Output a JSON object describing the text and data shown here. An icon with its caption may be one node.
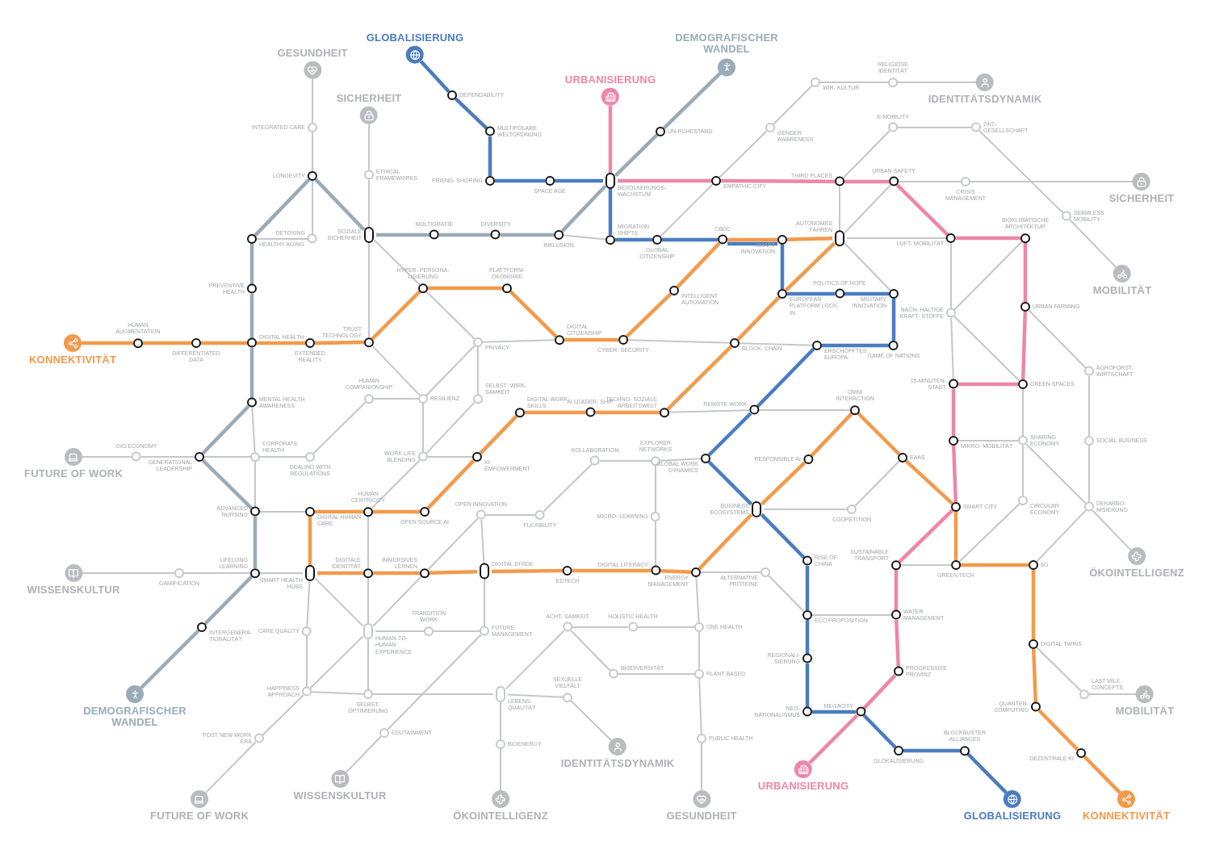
{
  "diagram": {
    "nodes": [
      {
        "text": [
          "GLOBALISIERUNG"
        ]
      },
      {
        "text": [
          "DEMOGRAFISCHER WANDEL"
        ]
      },
      {
        "text": [
          "GESUNDHEIT"
        ]
      },
      {
        "text": [
          "URBANISIERUNG"
        ]
      },
      {
        "text": [
          "SICHERHEIT"
        ]
      },
      {
        "text": [
          "IDENTITÄTSDYNAMIK"
        ]
      },
      {
        "text": [
          "SICHERHEIT"
        ]
      },
      {
        "text": [
          "MOBILITÄT"
        ]
      },
      {
        "text": [
          "KONNEKTIVITÄT"
        ]
      },
      {
        "text": [
          "FUTURE OF WORK"
        ]
      },
      {
        "text": [
          "WISSENSKULTUR"
        ]
      },
      {
        "text": [
          "ÖKOINTELLIGENZ"
        ]
      },
      {
        "text": [
          "DEMOGRAFISCHER WANDEL"
        ]
      },
      {
        "text": [
          "MOBILITÄT"
        ]
      },
      {
        "text": [
          "URBANISIERUNG"
        ]
      },
      {
        "text": [
          "IDENTITÄTSDYNAMIK"
        ]
      },
      {
        "text": [
          "WISSENSKULTUR"
        ]
      },
      {
        "text": [
          "FUTURE OF WORK"
        ]
      },
      {
        "text": [
          "ÖKOINTELLIGENZ"
        ]
      },
      {
        "text": [
          "GESUNDHEIT"
        ]
      },
      {
        "text": [
          "GLOBALISIERUNG"
        ]
      },
      {
        "text": [
          "KONNEKTIVITÄT"
        ]
      },
      {
        "text": [
          "DEPENDABILITY"
        ]
      },
      {
        "text": [
          "MULTIPOLARE WELTORDNUNG"
        ]
      },
      {
        "text": [
          "UN-RUHESTAND"
        ]
      },
      {
        "text": [
          "INTEGRATED CARE"
        ]
      },
      {
        "text": [
          "RELIGIÖSE IDENTITÄT"
        ]
      },
      {
        "text": [
          "WIR- KULTUR"
        ]
      },
      {
        "text": [
          "GENDER AWARENESS"
        ]
      },
      {
        "text": [
          "E-MOBILITY"
        ]
      },
      {
        "text": [
          "24/7- GESELLSCHAFT"
        ]
      },
      {
        "text": [
          "LONGEVITY"
        ]
      },
      {
        "text": [
          "ETHICAL FRAMEWORKS"
        ]
      },
      {
        "text": [
          "FRIEND- SHORING"
        ]
      },
      {
        "text": [
          "SPACE AGE"
        ]
      },
      {
        "text": [
          "BEVÖLKERUNGS- WACHSTUM"
        ]
      },
      {
        "text": [
          "EMPATHIC CITY"
        ]
      },
      {
        "text": [
          "THIRD PLACES"
        ]
      },
      {
        "text": [
          "URBAN SAFETY"
        ]
      },
      {
        "text": [
          "CRISIS MANAGEMENT"
        ]
      },
      {
        "text": [
          "SEAMLESS MOBILITY"
        ]
      },
      {
        "text": [
          "DETOXING"
        ]
      },
      {
        "text": [
          "HEALTHY AGING"
        ]
      },
      {
        "text": [
          "SOZIALE SICHERHEIT"
        ]
      },
      {
        "text": [
          "MULTIGRAFIE"
        ]
      },
      {
        "text": [
          "DIVERSITY"
        ]
      },
      {
        "text": [
          "INKLUSION"
        ]
      },
      {
        "text": [
          "MIGRATION SHIFTS"
        ]
      },
      {
        "text": [
          "GLOBAL CITIZENSHIP"
        ]
      },
      {
        "text": [
          "CBDC"
        ]
      },
      {
        "text": [
          "SMART INNOVATION"
        ]
      },
      {
        "text": [
          "AUTONOMES FAHREN"
        ]
      },
      {
        "text": [
          "LUFT- MOBILITÄT"
        ]
      },
      {
        "text": [
          "BIOKLIMATISCHE ARCHITEKTUR"
        ]
      },
      {
        "text": [
          "HYPER- PERSONA- LISIERUNG"
        ]
      },
      {
        "text": [
          "PLATTFORM- ÖKONOMIE"
        ]
      },
      {
        "text": [
          "PREVENTIVE HEALTH"
        ]
      },
      {
        "text": [
          "INTELLIGENT AUTOMATION"
        ]
      },
      {
        "text": [
          "EUROPEAN PLATFORM LOCK-IN"
        ]
      },
      {
        "text": [
          "POLITICS OF HOPE"
        ]
      },
      {
        "text": [
          "MILITARY INNOVATION"
        ]
      },
      {
        "text": [
          "URBAN FARMING"
        ]
      },
      {
        "text": [
          "NACH- HALTIGE KRAFT- STOFFE"
        ]
      },
      {
        "text": [
          "HUMAN AUGMENTATION"
        ]
      },
      {
        "text": [
          "DIFFERENTIATED DATA"
        ]
      },
      {
        "text": [
          "DIGITAL HEALTH"
        ]
      },
      {
        "text": [
          "EXTENDED REALITY"
        ]
      },
      {
        "text": [
          "TRUST TECHNOLOGY"
        ]
      },
      {
        "text": [
          "PRIVACY"
        ]
      },
      {
        "text": [
          "DIGITAL CITIZENSHIP"
        ]
      },
      {
        "text": [
          "CYBER- SECURITY"
        ]
      },
      {
        "text": [
          "BLOCK- CHAIN"
        ]
      },
      {
        "text": [
          "ERSCHÖPFTES EUROPA"
        ]
      },
      {
        "text": [
          "GAME OF NATIONS"
        ]
      },
      {
        "text": [
          "AGROFORST- WIRTSCHAFT"
        ]
      },
      {
        "text": [
          "HUMAN COMPANIONSHIP"
        ]
      },
      {
        "text": [
          "RESILIENZ"
        ]
      },
      {
        "text": [
          "SELBST- WIRK- SAMKEIT"
        ]
      },
      {
        "text": [
          "MENTAL HEALTH AWARENESS"
        ]
      },
      {
        "text": [
          "15-MINUTEN- STADT"
        ]
      },
      {
        "text": [
          "GREEN SPACES"
        ]
      },
      {
        "text": [
          "DIGITAL WORK SKILLS"
        ]
      },
      {
        "text": [
          "AI LEADER- SHIP"
        ]
      },
      {
        "text": [
          "TECHNO- SOZIALE ARBEITSWELT"
        ]
      },
      {
        "text": [
          "REMOTE WORK"
        ]
      },
      {
        "text": [
          "OMNI INTERACTION"
        ]
      },
      {
        "text": [
          "GIG ECONOMY"
        ]
      },
      {
        "text": [
          "GENERATIONAL LEADERSHIP"
        ]
      },
      {
        "text": [
          "CORPORATE HEALTH"
        ]
      },
      {
        "text": [
          "DEALING WITH REGULATIONS"
        ]
      },
      {
        "text": [
          "WORK-LIFE BLENDING"
        ]
      },
      {
        "text": [
          "KI- EMPOWERMENT"
        ]
      },
      {
        "text": [
          "KOLLABORATION"
        ]
      },
      {
        "text": [
          "EXPLORER NETWORKS"
        ]
      },
      {
        "text": [
          "GLOBAL WORK DYNAMICS"
        ]
      },
      {
        "text": [
          "RESPONSIBLE AI"
        ]
      },
      {
        "text": [
          "EAAS"
        ]
      },
      {
        "text": [
          "MIKRO- MOBILITÄT"
        ]
      },
      {
        "text": [
          "SHARING ECONOMY"
        ]
      },
      {
        "text": [
          "SOCIAL BUSINESS"
        ]
      },
      {
        "text": [
          "HUMAN CENTRICITY"
        ]
      },
      {
        "text": [
          "OPEN SOURCE AI"
        ]
      },
      {
        "text": [
          "DIGITAL HUMAN CARE"
        ]
      },
      {
        "text": [
          "ADVANCED NURSING"
        ]
      },
      {
        "text": [
          "OPEN INNOVATION"
        ]
      },
      {
        "text": [
          "FLEXIBILITY"
        ]
      },
      {
        "text": [
          "MICRO- LEARNING"
        ]
      },
      {
        "text": [
          "BUSINESS ECOSYSTEMS"
        ]
      },
      {
        "text": [
          "COOPETITION"
        ]
      },
      {
        "text": [
          "SMART CITY"
        ]
      },
      {
        "text": [
          "CIRCULAR ECONOMY"
        ]
      },
      {
        "text": [
          "DEKARBO- NISIERUNG"
        ]
      },
      {
        "text": [
          "GAMIFICATION"
        ]
      },
      {
        "text": [
          "LIFELONG LEARNING"
        ]
      },
      {
        "text": [
          "SMART HEALTH HUBS"
        ]
      },
      {
        "text": [
          "DIGITALE IDENTITÄT"
        ]
      },
      {
        "text": [
          "IMMERSIVES LERNEN"
        ]
      },
      {
        "text": [
          "DIGITAL DIVIDE"
        ]
      },
      {
        "text": [
          "EDTECH"
        ]
      },
      {
        "text": [
          "DIGITAL LITERACY"
        ]
      },
      {
        "text": [
          "ENERGY MANAGEMENT"
        ]
      },
      {
        "text": [
          "ALTERNATIVE PROTEINE"
        ]
      },
      {
        "text": [
          "RISE OF CHINA"
        ]
      },
      {
        "text": [
          "SUSTAINABLE TRANSPORT"
        ]
      },
      {
        "text": [
          "GREEN TECH"
        ]
      },
      {
        "text": [
          "6G"
        ]
      },
      {
        "text": [
          "INTERGENERA- TIONALITÄT"
        ]
      },
      {
        "text": [
          "CARE QUALITY"
        ]
      },
      {
        "text": [
          "HUMAN-TO- HUMAN EXPERIENCE"
        ]
      },
      {
        "text": [
          "TRANSITION WORK"
        ]
      },
      {
        "text": [
          "FUTURE MANAGEMENT"
        ]
      },
      {
        "text": [
          "ACHT- SAMKEIT"
        ]
      },
      {
        "text": [
          "HOLISTIC HEALTH"
        ]
      },
      {
        "text": [
          "ONE HEALTH"
        ]
      },
      {
        "text": [
          "ECO PROPOSITION"
        ]
      },
      {
        "text": [
          "WATER MANAGEMENT"
        ]
      },
      {
        "text": [
          "DIGITAL TWINS"
        ]
      },
      {
        "text": [
          "REGIONALI- SIERUNG"
        ]
      },
      {
        "text": [
          "BIODIVERSITÄT"
        ]
      },
      {
        "text": [
          "PLANT BASED"
        ]
      },
      {
        "text": [
          "PROGRESSIVE PROVINZ"
        ]
      },
      {
        "text": [
          "HAPPINESS APPROACH"
        ]
      },
      {
        "text": [
          "SELBST- OPTIMIERUNG"
        ]
      },
      {
        "text": [
          "LEBENS- QUALITÄT"
        ]
      },
      {
        "text": [
          "SEXUELLE VIELFALT"
        ]
      },
      {
        "text": [
          "LAST MILE CONCEPTS"
        ]
      },
      {
        "text": [
          "NEO- NATIONALISMUS"
        ]
      },
      {
        "text": [
          "MEGACITY"
        ]
      },
      {
        "text": [
          "QUANTEN- COMPUTING"
        ]
      },
      {
        "text": [
          "POST NEW WORK ERA"
        ]
      },
      {
        "text": [
          "EDUTAINMENT"
        ]
      },
      {
        "text": [
          "BIOENERGY"
        ]
      },
      {
        "text": [
          "PUBLIC HEALTH"
        ]
      },
      {
        "text": [
          "GLOKALISIERUNG"
        ]
      },
      {
        "text": [
          "BLOCKBUSTER ALLIANCES"
        ]
      },
      {
        "text": [
          "DEZENTRALE KI"
        ]
      }
    ],
    "edges": [
      {
        "from": 8,
        "to": 63,
        "arrow": "none",
        "style": "thick",
        "color": "#f39a4b"
      },
      {
        "from": 63,
        "to": 64,
        "arrow": "none",
        "style": "thick",
        "color": "#f39a4b"
      },
      {
        "from": 64,
        "to": 65,
        "arrow": "none",
        "style": "thick",
        "color": "#f39a4b"
      },
      {
        "from": 65,
        "to": 66,
        "arrow": "none",
        "style": "thick",
        "color": "#f39a4b"
      },
      {
        "from": 66,
        "to": 67,
        "arrow": "none",
        "style": "thick",
        "color": "#f39a4b"
      },
      {
        "from": 67,
        "to": 54,
        "arrow": "none",
        "style": "thick",
        "color": "#f39a4b"
      },
      {
        "from": 54,
        "to": 55,
        "arrow": "none",
        "style": "thick",
        "color": "#f39a4b"
      },
      {
        "from": 55,
        "to": 69,
        "arrow": "none",
        "style": "thick",
        "color": "#f39a4b"
      },
      {
        "from": 69,
        "to": 70,
        "arrow": "none",
        "style": "thick",
        "color": "#f39a4b"
      },
      {
        "from": 70,
        "to": 57,
        "arrow": "none",
        "style": "thick",
        "color": "#f39a4b"
      },
      {
        "from": 57,
        "to": 49,
        "arrow": "none",
        "style": "thick",
        "color": "#f39a4b"
      },
      {
        "from": 49,
        "to": 50,
        "arrow": "none",
        "style": "thick",
        "color": "#f39a4b"
      },
      {
        "from": 50,
        "to": 51,
        "arrow": "none",
        "style": "thick",
        "color": "#f39a4b"
      },
      {
        "from": 51,
        "to": 58,
        "arrow": "none",
        "style": "thick",
        "color": "#f39a4b"
      },
      {
        "from": 58,
        "to": 71,
        "arrow": "none",
        "style": "thick",
        "color": "#f39a4b"
      },
      {
        "from": 71,
        "to": 83,
        "arrow": "none",
        "style": "thick",
        "color": "#f39a4b"
      },
      {
        "from": 83,
        "to": 82,
        "arrow": "none",
        "style": "thick",
        "color": "#f39a4b"
      },
      {
        "from": 82,
        "to": 81,
        "arrow": "none",
        "style": "thick",
        "color": "#f39a4b"
      },
      {
        "from": 81,
        "to": 91,
        "arrow": "none",
        "style": "thick",
        "color": "#f39a4b"
      },
      {
        "from": 91,
        "to": 101,
        "arrow": "none",
        "style": "thick",
        "color": "#f39a4b"
      },
      {
        "from": 101,
        "to": 100,
        "arrow": "none",
        "style": "thick",
        "color": "#f39a4b"
      },
      {
        "from": 100,
        "to": 102,
        "arrow": "none",
        "style": "thick",
        "color": "#f39a4b"
      },
      {
        "from": 102,
        "to": 114,
        "arrow": "none",
        "style": "thick",
        "color": "#f39a4b"
      },
      {
        "from": 114,
        "to": 115,
        "arrow": "none",
        "style": "thick",
        "color": "#f39a4b"
      },
      {
        "from": 115,
        "to": 116,
        "arrow": "none",
        "style": "thick",
        "color": "#f39a4b"
      },
      {
        "from": 116,
        "to": 117,
        "arrow": "none",
        "style": "thick",
        "color": "#f39a4b"
      },
      {
        "from": 117,
        "to": 118,
        "arrow": "none",
        "style": "thick",
        "color": "#f39a4b"
      },
      {
        "from": 118,
        "to": 119,
        "arrow": "none",
        "style": "thick",
        "color": "#f39a4b"
      },
      {
        "from": 119,
        "to": 120,
        "arrow": "none",
        "style": "thick",
        "color": "#f39a4b"
      },
      {
        "from": 120,
        "to": 107,
        "arrow": "none",
        "style": "thick",
        "color": "#f39a4b"
      },
      {
        "from": 107,
        "to": 95,
        "arrow": "none",
        "style": "thick",
        "color": "#f39a4b"
      },
      {
        "from": 95,
        "to": 85,
        "arrow": "none",
        "style": "thick",
        "color": "#f39a4b"
      },
      {
        "from": 85,
        "to": 96,
        "arrow": "none",
        "style": "thick",
        "color": "#f39a4b"
      },
      {
        "from": 96,
        "to": 109,
        "arrow": "none",
        "style": "thick",
        "color": "#f39a4b"
      },
      {
        "from": 109,
        "to": 124,
        "arrow": "none",
        "style": "thick",
        "color": "#f39a4b"
      },
      {
        "from": 124,
        "to": 125,
        "arrow": "none",
        "style": "thick",
        "color": "#f39a4b"
      },
      {
        "from": 125,
        "to": 136,
        "arrow": "none",
        "style": "thick",
        "color": "#f39a4b"
      },
      {
        "from": 136,
        "to": 148,
        "arrow": "none",
        "style": "thick",
        "color": "#f39a4b"
      },
      {
        "from": 148,
        "to": 155,
        "arrow": "none",
        "style": "thick",
        "color": "#f39a4b"
      },
      {
        "from": 155,
        "to": 21,
        "arrow": "none",
        "style": "thick",
        "color": "#f39a4b"
      },
      {
        "from": 0,
        "to": 22,
        "arrow": "none",
        "style": "thick",
        "color": "#4a7cc0"
      },
      {
        "from": 22,
        "to": 23,
        "arrow": "none",
        "style": "thick",
        "color": "#4a7cc0"
      },
      {
        "from": 23,
        "to": 33,
        "arrow": "none",
        "style": "thick",
        "color": "#4a7cc0"
      },
      {
        "from": 33,
        "to": 34,
        "arrow": "none",
        "style": "thick",
        "color": "#4a7cc0"
      },
      {
        "from": 34,
        "to": 35,
        "arrow": "none",
        "style": "thick",
        "color": "#4a7cc0"
      },
      {
        "from": 35,
        "to": 47,
        "arrow": "none",
        "style": "thick",
        "color": "#4a7cc0"
      },
      {
        "from": 47,
        "to": 48,
        "arrow": "none",
        "style": "thick",
        "color": "#4a7cc0"
      },
      {
        "from": 48,
        "to": 49,
        "arrow": "none",
        "style": "thick",
        "color": "#4a7cc0"
      },
      {
        "from": 49,
        "to": 50,
        "arrow": "none",
        "style": "thick",
        "color": "#4a7cc0"
      },
      {
        "from": 50,
        "to": 58,
        "arrow": "none",
        "style": "thick",
        "color": "#4a7cc0"
      },
      {
        "from": 58,
        "to": 59,
        "arrow": "none",
        "style": "thick",
        "color": "#4a7cc0"
      },
      {
        "from": 59,
        "to": 60,
        "arrow": "none",
        "style": "thick",
        "color": "#4a7cc0"
      },
      {
        "from": 60,
        "to": 73,
        "arrow": "none",
        "style": "thick",
        "color": "#4a7cc0"
      },
      {
        "from": 73,
        "to": 72,
        "arrow": "none",
        "style": "thick",
        "color": "#4a7cc0"
      },
      {
        "from": 72,
        "to": 84,
        "arrow": "none",
        "style": "thick",
        "color": "#4a7cc0"
      },
      {
        "from": 84,
        "to": 94,
        "arrow": "none",
        "style": "thick",
        "color": "#4a7cc0"
      },
      {
        "from": 94,
        "to": 107,
        "arrow": "none",
        "style": "thick",
        "color": "#4a7cc0"
      },
      {
        "from": 107,
        "to": 122,
        "arrow": "none",
        "style": "thick",
        "color": "#4a7cc0"
      },
      {
        "from": 122,
        "to": 134,
        "arrow": "none",
        "style": "thick",
        "color": "#4a7cc0"
      },
      {
        "from": 134,
        "to": 137,
        "arrow": "none",
        "style": "thick",
        "color": "#4a7cc0"
      },
      {
        "from": 137,
        "to": 146,
        "arrow": "none",
        "style": "thick",
        "color": "#4a7cc0"
      },
      {
        "from": 146,
        "to": 147,
        "arrow": "none",
        "style": "thick",
        "color": "#4a7cc0"
      },
      {
        "from": 147,
        "to": 153,
        "arrow": "none",
        "style": "thick",
        "color": "#4a7cc0"
      },
      {
        "from": 153,
        "to": 154,
        "arrow": "none",
        "style": "thick",
        "color": "#4a7cc0"
      },
      {
        "from": 154,
        "to": 20,
        "arrow": "none",
        "style": "thick",
        "color": "#4a7cc0"
      },
      {
        "from": 3,
        "to": 35,
        "arrow": "none",
        "style": "thick",
        "color": "#ee86a8"
      },
      {
        "from": 35,
        "to": 36,
        "arrow": "none",
        "style": "thick",
        "color": "#ee86a8"
      },
      {
        "from": 36,
        "to": 37,
        "arrow": "none",
        "style": "thick",
        "color": "#ee86a8"
      },
      {
        "from": 37,
        "to": 38,
        "arrow": "none",
        "style": "thick",
        "color": "#ee86a8"
      },
      {
        "from": 38,
        "to": 52,
        "arrow": "none",
        "style": "thick",
        "color": "#ee86a8"
      },
      {
        "from": 52,
        "to": 53,
        "arrow": "none",
        "style": "thick",
        "color": "#ee86a8"
      },
      {
        "from": 53,
        "to": 61,
        "arrow": "none",
        "style": "thick",
        "color": "#ee86a8"
      },
      {
        "from": 61,
        "to": 80,
        "arrow": "none",
        "style": "thick",
        "color": "#ee86a8"
      },
      {
        "from": 80,
        "to": 79,
        "arrow": "none",
        "style": "thick",
        "color": "#ee86a8"
      },
      {
        "from": 79,
        "to": 97,
        "arrow": "none",
        "style": "thick",
        "color": "#ee86a8"
      },
      {
        "from": 97,
        "to": 109,
        "arrow": "none",
        "style": "thick",
        "color": "#ee86a8"
      },
      {
        "from": 109,
        "to": 123,
        "arrow": "none",
        "style": "thick",
        "color": "#ee86a8"
      },
      {
        "from": 123,
        "to": 135,
        "arrow": "none",
        "style": "thick",
        "color": "#ee86a8"
      },
      {
        "from": 135,
        "to": 140,
        "arrow": "none",
        "style": "thick",
        "color": "#ee86a8"
      },
      {
        "from": 140,
        "to": 147,
        "arrow": "none",
        "style": "thick",
        "color": "#ee86a8"
      },
      {
        "from": 147,
        "to": 14,
        "arrow": "none",
        "style": "thick",
        "color": "#ee86a8"
      },
      {
        "from": 1,
        "to": 24,
        "arrow": "none",
        "style": "thick",
        "color": "#9aabb7"
      },
      {
        "from": 24,
        "to": 35,
        "arrow": "none",
        "style": "thick",
        "color": "#9aabb7"
      },
      {
        "from": 35,
        "to": 46,
        "arrow": "none",
        "style": "thick",
        "color": "#9aabb7"
      },
      {
        "from": 46,
        "to": 45,
        "arrow": "none",
        "style": "thick",
        "color": "#9aabb7"
      },
      {
        "from": 45,
        "to": 44,
        "arrow": "none",
        "style": "thick",
        "color": "#9aabb7"
      },
      {
        "from": 44,
        "to": 43,
        "arrow": "none",
        "style": "thick",
        "color": "#9aabb7"
      },
      {
        "from": 43,
        "to": 31,
        "arrow": "none",
        "style": "thick",
        "color": "#9aabb7"
      },
      {
        "from": 31,
        "to": 42,
        "arrow": "none",
        "style": "thick",
        "color": "#9aabb7"
      },
      {
        "from": 42,
        "to": 56,
        "arrow": "none",
        "style": "thick",
        "color": "#9aabb7"
      },
      {
        "from": 56,
        "to": 65,
        "arrow": "none",
        "style": "thick",
        "color": "#9aabb7"
      },
      {
        "from": 65,
        "to": 78,
        "arrow": "none",
        "style": "thick",
        "color": "#9aabb7"
      },
      {
        "from": 78,
        "to": 87,
        "arrow": "none",
        "style": "thick",
        "color": "#9aabb7"
      },
      {
        "from": 87,
        "to": 103,
        "arrow": "none",
        "style": "thick",
        "color": "#9aabb7"
      },
      {
        "from": 103,
        "to": 113,
        "arrow": "none",
        "style": "thick",
        "color": "#9aabb7"
      },
      {
        "from": 113,
        "to": 126,
        "arrow": "none",
        "style": "thick",
        "color": "#9aabb7"
      },
      {
        "from": 126,
        "to": 12,
        "arrow": "none",
        "style": "thick",
        "color": "#9aabb7"
      },
      {
        "from": 2,
        "to": 25,
        "arrow": "none"
      },
      {
        "from": 25,
        "to": 31,
        "arrow": "none"
      },
      {
        "from": 31,
        "to": 41,
        "arrow": "none"
      },
      {
        "from": 41,
        "to": 42,
        "arrow": "none"
      },
      {
        "from": 78,
        "to": 88,
        "arrow": "none"
      },
      {
        "from": 88,
        "to": 103,
        "arrow": "none"
      },
      {
        "from": 4,
        "to": 32,
        "arrow": "none"
      },
      {
        "from": 32,
        "to": 43,
        "arrow": "none"
      },
      {
        "from": 43,
        "to": 67,
        "arrow": "none"
      },
      {
        "from": 43,
        "to": 54,
        "arrow": "none"
      },
      {
        "from": 54,
        "to": 68,
        "arrow": "none"
      },
      {
        "from": 67,
        "to": 76,
        "arrow": "none"
      },
      {
        "from": 76,
        "to": 75,
        "arrow": "none"
      },
      {
        "from": 75,
        "to": 89,
        "arrow": "none"
      },
      {
        "from": 89,
        "to": 88,
        "arrow": "none"
      },
      {
        "from": 88,
        "to": 87,
        "arrow": "none"
      },
      {
        "from": 87,
        "to": 86,
        "arrow": "none"
      },
      {
        "from": 86,
        "to": 9,
        "arrow": "none"
      },
      {
        "from": 76,
        "to": 90,
        "arrow": "none"
      },
      {
        "from": 68,
        "to": 76,
        "arrow": "none"
      },
      {
        "from": 68,
        "to": 77,
        "arrow": "none"
      },
      {
        "from": 77,
        "to": 90,
        "arrow": "none"
      },
      {
        "from": 90,
        "to": 100,
        "arrow": "none"
      },
      {
        "from": 90,
        "to": 91,
        "arrow": "none"
      },
      {
        "from": 68,
        "to": 69,
        "arrow": "none"
      },
      {
        "from": 70,
        "to": 71,
        "arrow": "none"
      },
      {
        "from": 71,
        "to": 72,
        "arrow": "none"
      },
      {
        "from": 100,
        "to": 115,
        "arrow": "none"
      },
      {
        "from": 115,
        "to": 128,
        "arrow": "none"
      },
      {
        "from": 128,
        "to": 142,
        "arrow": "none"
      },
      {
        "from": 114,
        "to": 128,
        "arrow": "none"
      },
      {
        "from": 128,
        "to": 129,
        "arrow": "none"
      },
      {
        "from": 129,
        "to": 130,
        "arrow": "none"
      },
      {
        "from": 128,
        "to": 116,
        "arrow": "none"
      },
      {
        "from": 116,
        "to": 104,
        "arrow": "none"
      },
      {
        "from": 128,
        "to": 141,
        "arrow": "none"
      },
      {
        "from": 141,
        "to": 149,
        "arrow": "none"
      },
      {
        "from": 149,
        "to": 17,
        "arrow": "none"
      },
      {
        "from": 114,
        "to": 127,
        "arrow": "none"
      },
      {
        "from": 127,
        "to": 141,
        "arrow": "none"
      },
      {
        "from": 141,
        "to": 142,
        "arrow": "none"
      },
      {
        "from": 142,
        "to": 143,
        "arrow": "none"
      },
      {
        "from": 143,
        "to": 151,
        "arrow": "none"
      },
      {
        "from": 151,
        "to": 18,
        "arrow": "none"
      },
      {
        "from": 143,
        "to": 144,
        "arrow": "none"
      },
      {
        "from": 144,
        "to": 15,
        "arrow": "none"
      },
      {
        "from": 143,
        "to": 131,
        "arrow": "none"
      },
      {
        "from": 131,
        "to": 132,
        "arrow": "none"
      },
      {
        "from": 132,
        "to": 133,
        "arrow": "none"
      },
      {
        "from": 131,
        "to": 138,
        "arrow": "none"
      },
      {
        "from": 138,
        "to": 139,
        "arrow": "none"
      },
      {
        "from": 133,
        "to": 139,
        "arrow": "none"
      },
      {
        "from": 139,
        "to": 152,
        "arrow": "none"
      },
      {
        "from": 152,
        "to": 19,
        "arrow": "none"
      },
      {
        "from": 120,
        "to": 133,
        "arrow": "none"
      },
      {
        "from": 120,
        "to": 121,
        "arrow": "none"
      },
      {
        "from": 121,
        "to": 134,
        "arrow": "none"
      },
      {
        "from": 134,
        "to": 135,
        "arrow": "none"
      },
      {
        "from": 130,
        "to": 150,
        "arrow": "none"
      },
      {
        "from": 150,
        "to": 16,
        "arrow": "none"
      },
      {
        "from": 130,
        "to": 117,
        "arrow": "none"
      },
      {
        "from": 117,
        "to": 104,
        "arrow": "none"
      },
      {
        "from": 104,
        "to": 105,
        "arrow": "none"
      },
      {
        "from": 105,
        "to": 92,
        "arrow": "none"
      },
      {
        "from": 92,
        "to": 93,
        "arrow": "none"
      },
      {
        "from": 93,
        "to": 94,
        "arrow": "none"
      },
      {
        "from": 93,
        "to": 106,
        "arrow": "none"
      },
      {
        "from": 106,
        "to": 119,
        "arrow": "none"
      },
      {
        "from": 10,
        "to": 112,
        "arrow": "none"
      },
      {
        "from": 112,
        "to": 113,
        "arrow": "none"
      },
      {
        "from": 113,
        "to": 114,
        "arrow": "none"
      },
      {
        "from": 103,
        "to": 102,
        "arrow": "none"
      },
      {
        "from": 83,
        "to": 84,
        "arrow": "none"
      },
      {
        "from": 84,
        "to": 85,
        "arrow": "none"
      },
      {
        "from": 107,
        "to": 108,
        "arrow": "none"
      },
      {
        "from": 108,
        "to": 96,
        "arrow": "none"
      },
      {
        "from": 123,
        "to": 124,
        "arrow": "none"
      },
      {
        "from": 124,
        "to": 110,
        "arrow": "none"
      },
      {
        "from": 110,
        "to": 98,
        "arrow": "none"
      },
      {
        "from": 98,
        "to": 80,
        "arrow": "none"
      },
      {
        "from": 98,
        "to": 97,
        "arrow": "none"
      },
      {
        "from": 98,
        "to": 111,
        "arrow": "none"
      },
      {
        "from": 111,
        "to": 125,
        "arrow": "none"
      },
      {
        "from": 111,
        "to": 11,
        "arrow": "none"
      },
      {
        "from": 111,
        "to": 99,
        "arrow": "none"
      },
      {
        "from": 99,
        "to": 74,
        "arrow": "none"
      },
      {
        "from": 74,
        "to": 61,
        "arrow": "none"
      },
      {
        "from": 136,
        "to": 145,
        "arrow": "none"
      },
      {
        "from": 145,
        "to": 13,
        "arrow": "none"
      },
      {
        "from": 52,
        "to": 62,
        "arrow": "none"
      },
      {
        "from": 62,
        "to": 79,
        "arrow": "none"
      },
      {
        "from": 62,
        "to": 53,
        "arrow": "none"
      },
      {
        "from": 62,
        "to": 80,
        "arrow": "none"
      },
      {
        "from": 51,
        "to": 52,
        "arrow": "none"
      },
      {
        "from": 51,
        "to": 37,
        "arrow": "none"
      },
      {
        "from": 51,
        "to": 38,
        "arrow": "none"
      },
      {
        "from": 51,
        "to": 60,
        "arrow": "none"
      },
      {
        "from": 37,
        "to": 29,
        "arrow": "none"
      },
      {
        "from": 29,
        "to": 30,
        "arrow": "none"
      },
      {
        "from": 30,
        "to": 40,
        "arrow": "none"
      },
      {
        "from": 40,
        "to": 7,
        "arrow": "none"
      },
      {
        "from": 38,
        "to": 39,
        "arrow": "none"
      },
      {
        "from": 39,
        "to": 6,
        "arrow": "none"
      },
      {
        "from": 36,
        "to": 48,
        "arrow": "none"
      },
      {
        "from": 36,
        "to": 28,
        "arrow": "none"
      },
      {
        "from": 28,
        "to": 27,
        "arrow": "none"
      },
      {
        "from": 27,
        "to": 26,
        "arrow": "none"
      },
      {
        "from": 26,
        "to": 5,
        "arrow": "none"
      },
      {
        "from": 46,
        "to": 47,
        "arrow": "none"
      }
    ]
  }
}
